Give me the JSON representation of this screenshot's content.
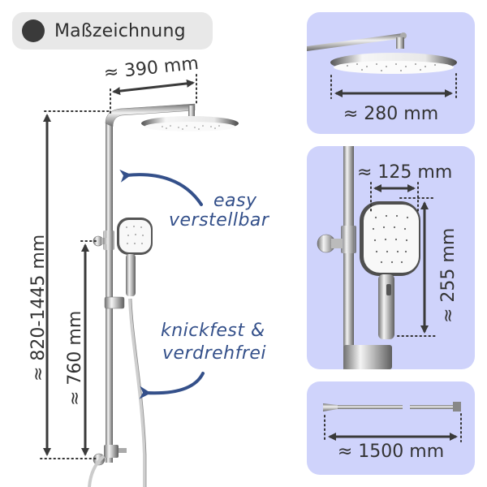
{
  "header": {
    "tag_label": "Maßzeichnung",
    "tag_dot_color": "#3a3a3a",
    "tag_bg_color": "#e8e8e8"
  },
  "main_diagram": {
    "arm_length_label": "≈ 390 mm",
    "total_height_label": "≈ 820-1445 mm",
    "mixer_to_holder_label": "≈ 760 mm",
    "callout_adjustable": {
      "line1": "easy",
      "line2": "verstellbar"
    },
    "callout_hose": {
      "line1": "knickfest &",
      "line2": "verdrehfrei"
    },
    "annotation_color": "#34508a"
  },
  "detail_panels": {
    "panel_bg_color": "#cfd3fb",
    "rain_shower": {
      "diameter_label": "≈ 280 mm"
    },
    "hand_shower": {
      "width_label": "≈ 125 mm",
      "height_label": "≈ 255 mm"
    },
    "hose": {
      "length_label": "≈ 1500 mm"
    }
  }
}
